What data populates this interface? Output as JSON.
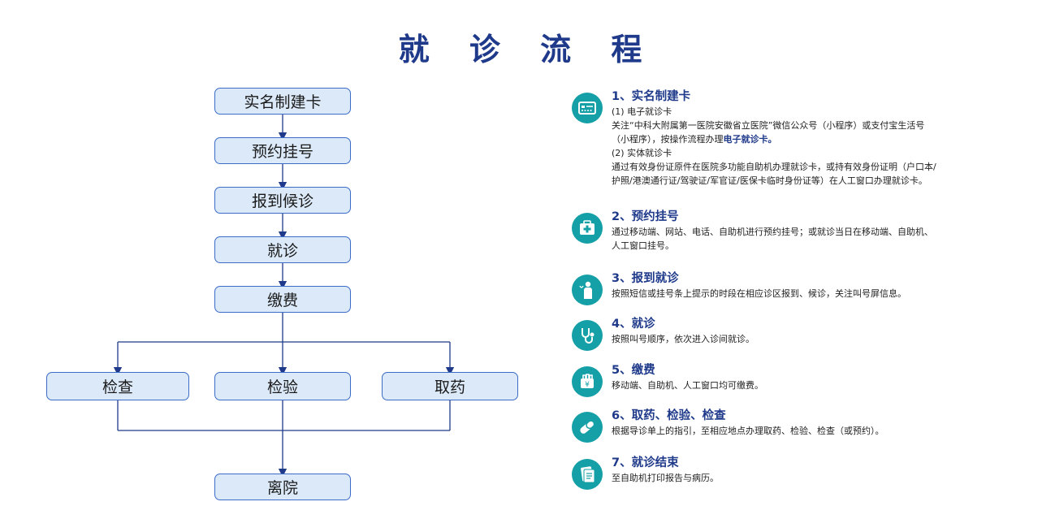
{
  "page": {
    "title": "就 诊 流 程"
  },
  "flow": {
    "nodes": {
      "register_card": "实名制建卡",
      "appointment": "预约挂号",
      "checkin": "报到候诊",
      "consult": "就诊",
      "payment": "缴费",
      "examination": "检查",
      "lab_test": "检验",
      "medicine": "取药",
      "leave": "离院"
    }
  },
  "steps": [
    {
      "title": "1、实名制建卡",
      "icon": "id-card-icon",
      "lines": [
        "(1) 电子就诊卡",
        "关注“中科大附属第一医院安徽省立医院”微信公众号（小程序）或支付宝生活号",
        "（小程序），按操作流程办理",
        "电子就诊卡。",
        "(2) 实体就诊卡",
        "通过有效身份证原件在医院多功能自助机办理就诊卡，或持有效身份证明（户口本/",
        "护照/港澳通行证/驾驶证/军官证/医保卡临时身份证等）在人工窗口办理就诊卡。"
      ]
    },
    {
      "title": "2、预约挂号",
      "icon": "medical-kit-icon",
      "lines": [
        "通过移动端、网站、电话、自助机进行预约挂号；或就诊当日在移动端、自助机、",
        "人工窗口挂号。"
      ]
    },
    {
      "title": "3、报到就诊",
      "icon": "doctor-icon",
      "lines": [
        "按照短信或挂号条上提示的时段在相应诊区报到、候诊，关注叫号屏信息。"
      ]
    },
    {
      "title": "4、就诊",
      "icon": "stethoscope-icon",
      "lines": [
        "按照叫号顺序，依次进入诊间就诊。"
      ]
    },
    {
      "title": "5、缴费",
      "icon": "payment-icon",
      "lines": [
        "移动端、自助机、人工窗口均可缴费。"
      ]
    },
    {
      "title": "6、取药、检验、检查",
      "icon": "pill-icon",
      "lines": [
        "根据导诊单上的指引，至相应地点办理取药、检验、检查（或预约）。"
      ]
    },
    {
      "title": "7、就诊结束",
      "icon": "report-icon",
      "lines": [
        "至自助机打印报告与病历。"
      ]
    }
  ],
  "colors": {
    "title": "#1f3a8a",
    "node_fill": "#dbe9f8",
    "node_border": "#3b6cc7",
    "connector": "#1f3a8a",
    "icon_bg": "#14a0a6"
  }
}
